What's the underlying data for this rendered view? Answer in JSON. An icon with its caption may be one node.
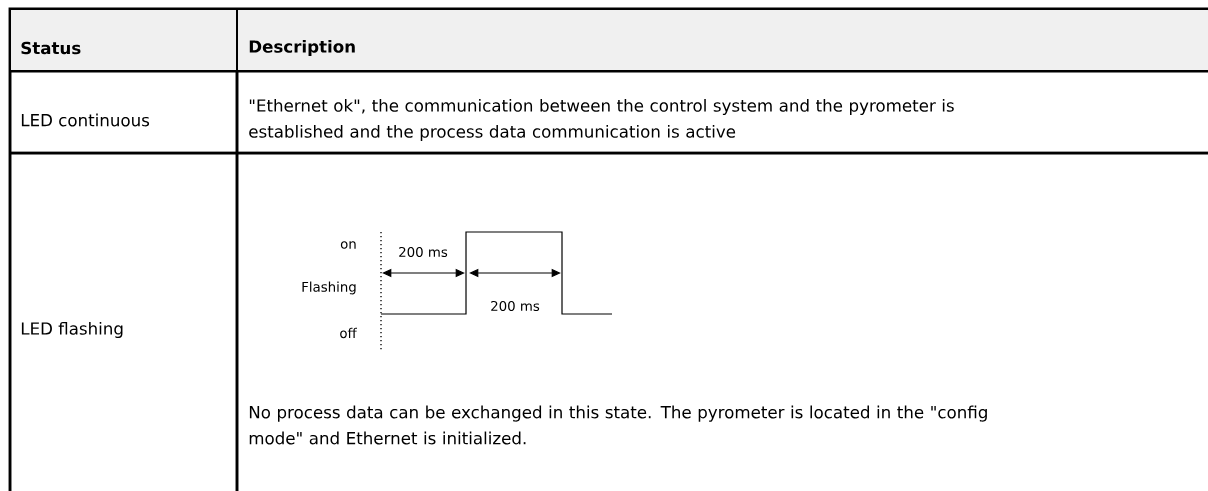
{
  "diagram": {
    "labels": [
      "Status",
      "Description",
      "LED continuous",
      "\"Ethernet ok\", the communication between the control system and the pyrometer is established and the process data communication is active",
      "LED flashing",
      "on",
      "200 ms",
      "Flashing",
      "200 ms",
      "off",
      "No process data can be exchanged in this state. The pyrometer is located in the \"config mode\" and Ethernet is initialized."
    ]
  }
}
